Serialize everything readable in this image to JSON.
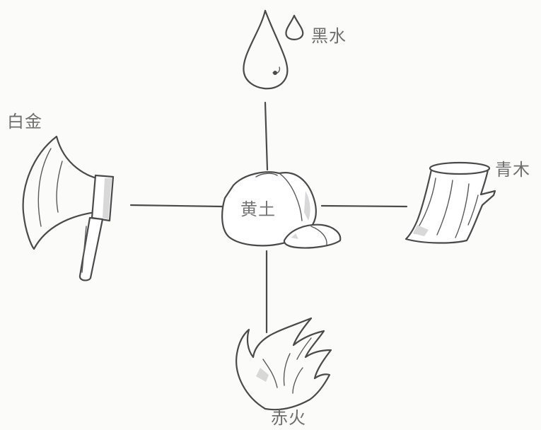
{
  "diagram": {
    "center": {
      "label": "黄土",
      "icon": "rock-icon"
    },
    "top": {
      "label": "黑水",
      "icon": "water-drop-icon"
    },
    "left": {
      "label": "白金",
      "icon": "axe-icon"
    },
    "right": {
      "label": "青木",
      "icon": "tree-stump-icon"
    },
    "bottom": {
      "label": "赤火",
      "icon": "flame-icon"
    },
    "connectors": [
      "center-top",
      "center-left",
      "center-right",
      "center-bottom"
    ],
    "ink_color": "#4a4a4a",
    "label_color": "#6e6e6e"
  }
}
